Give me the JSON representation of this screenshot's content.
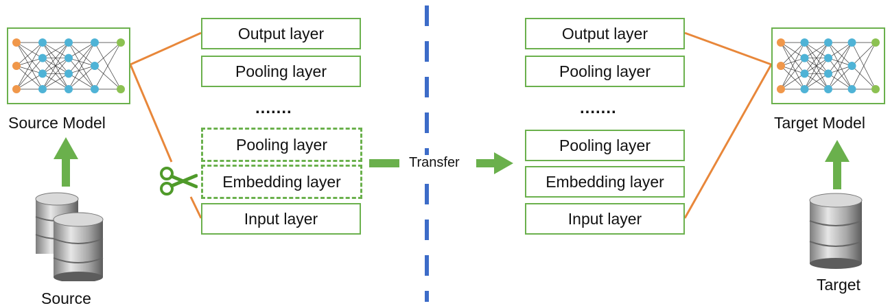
{
  "source": {
    "model_label": "Source Model",
    "data_label": "Source",
    "layers": {
      "output": "Output layer",
      "pooling_top": "Pooling layer",
      "ellipsis": ".......",
      "pooling_cut": "Pooling layer",
      "embedding_cut": "Embedding layer",
      "input": "Input layer"
    }
  },
  "transfer_label": "Transfer",
  "target": {
    "model_label": "Target Model",
    "data_label": "Target",
    "layers": {
      "output": "Output layer",
      "pooling_top": "Pooling layer",
      "ellipsis": ".......",
      "pooling": "Pooling layer",
      "embedding": "Embedding layer",
      "input": "Input layer"
    }
  },
  "colors": {
    "green": "#6ab04c",
    "orange": "#e8873a",
    "blue_divider": "#3d6cc8",
    "node_orange": "#f0974a",
    "node_blue": "#4fb3d6",
    "node_green": "#8cc152"
  },
  "icons": [
    "neural-network-icon",
    "database-icon",
    "scissors-icon",
    "arrow-up-icon",
    "arrow-right-icon"
  ]
}
